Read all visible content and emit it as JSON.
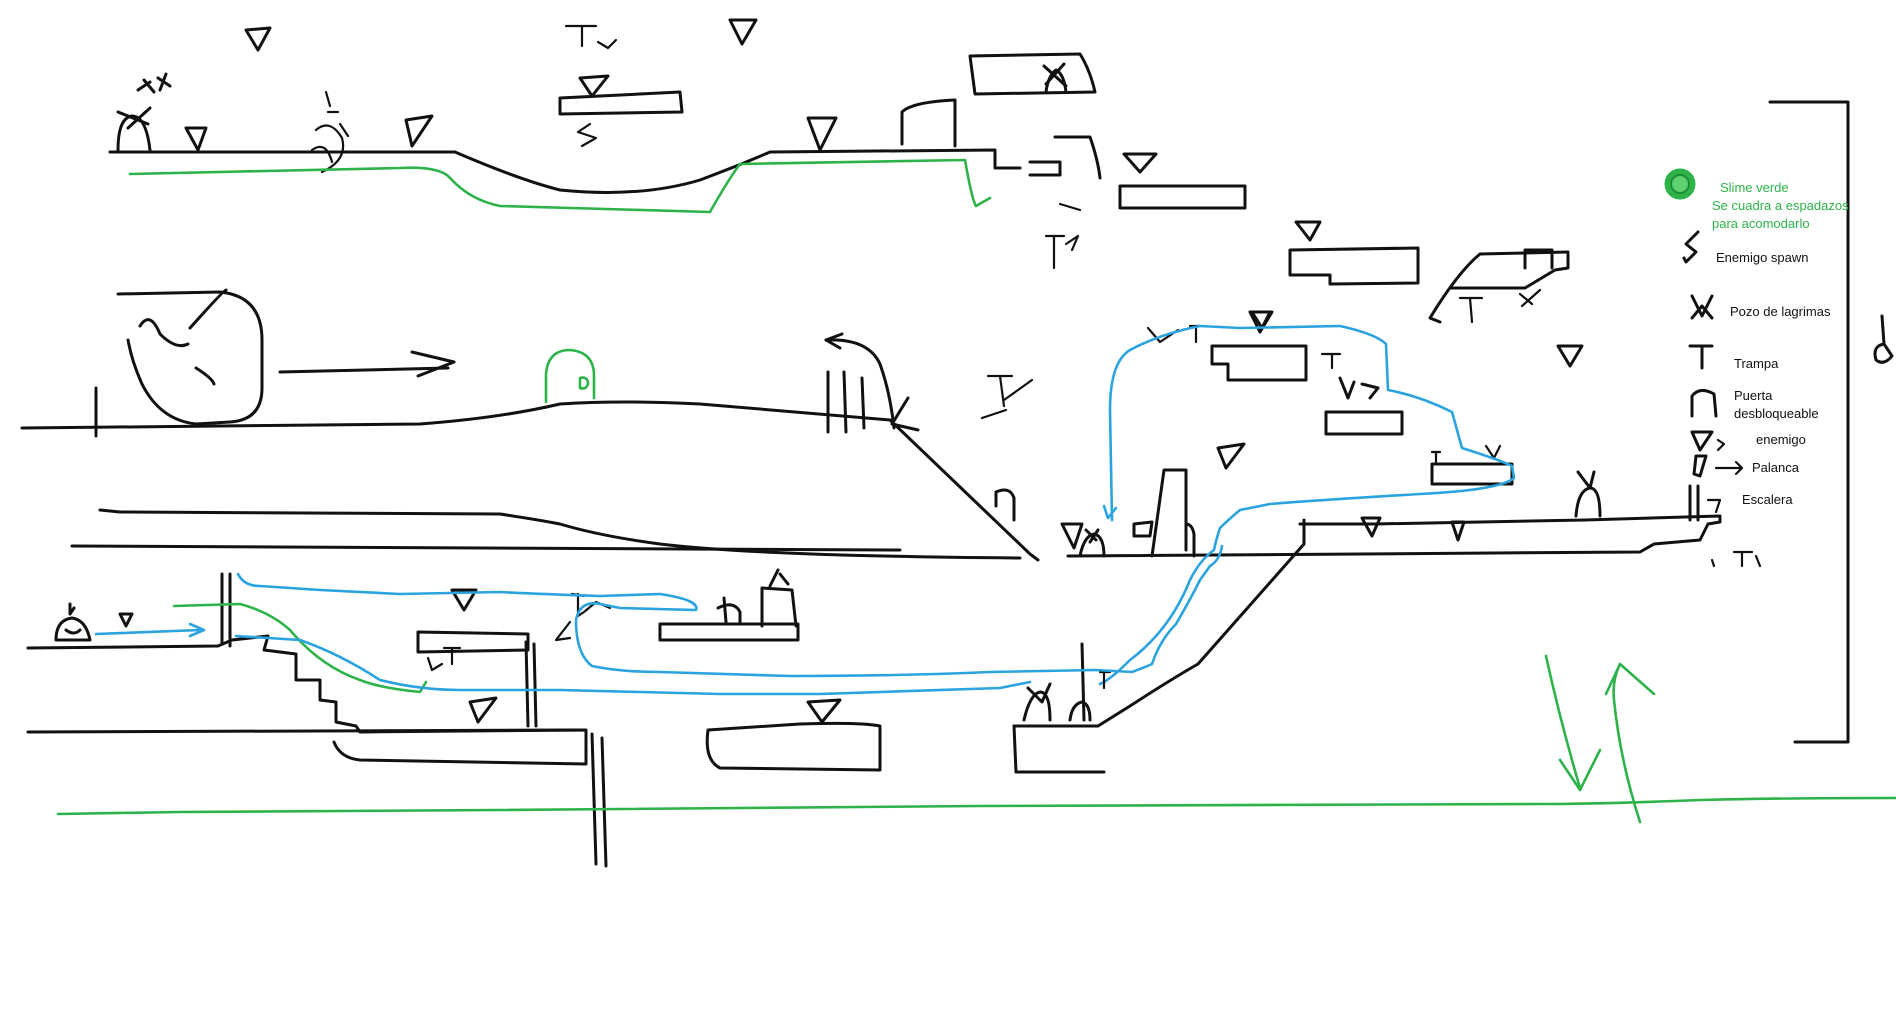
{
  "legend": {
    "slime_title": "Slime verde",
    "slime_line2": "Se cuadra a espadazos",
    "slime_line3": "para acomodarlo",
    "enemy_spawn": "Enemigo spawn",
    "tear_well": "Pozo de lagrimas",
    "trap": "Trampa",
    "door_line1": "Puerta",
    "door_line2": "desbloqueable",
    "enemy": "enemigo",
    "lever": "Palanca",
    "ladder": "Escalera"
  },
  "colors": {
    "ink": "#111111",
    "slime_green": "#2db34a",
    "route_blue": "#2aa3df",
    "background": "#ffffff"
  }
}
